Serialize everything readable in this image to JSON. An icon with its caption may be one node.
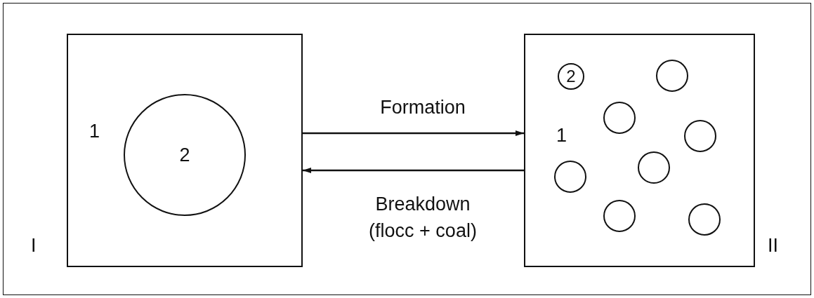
{
  "diagram": {
    "nodes": [
      {
        "text": [
          "1"
        ],
        "beside": [
          "I"
        ]
      },
      {
        "text": [
          "2"
        ],
        "in": 0
      },
      {
        "text": [
          "1"
        ],
        "beside": [
          "II"
        ]
      },
      {
        "text": [
          "2"
        ],
        "in": 2
      },
      {
        "text": [],
        "shape": "circle",
        "in": 2
      },
      {
        "text": [],
        "shape": "circle",
        "in": 2
      },
      {
        "text": [],
        "shape": "circle",
        "in": 2
      },
      {
        "text": [],
        "shape": "circle",
        "in": 2
      },
      {
        "text": [],
        "shape": "circle",
        "in": 2
      },
      {
        "text": [],
        "shape": "circle",
        "in": 2
      },
      {
        "text": [],
        "shape": "circle",
        "in": 2
      }
    ],
    "edges": [
      {
        "from": 0,
        "to": 2,
        "arrow": "to",
        "label": "Formation"
      },
      {
        "from": 2,
        "to": 0,
        "arrow": "to",
        "label": "Breakdown (flocc + coal)"
      }
    ]
  }
}
